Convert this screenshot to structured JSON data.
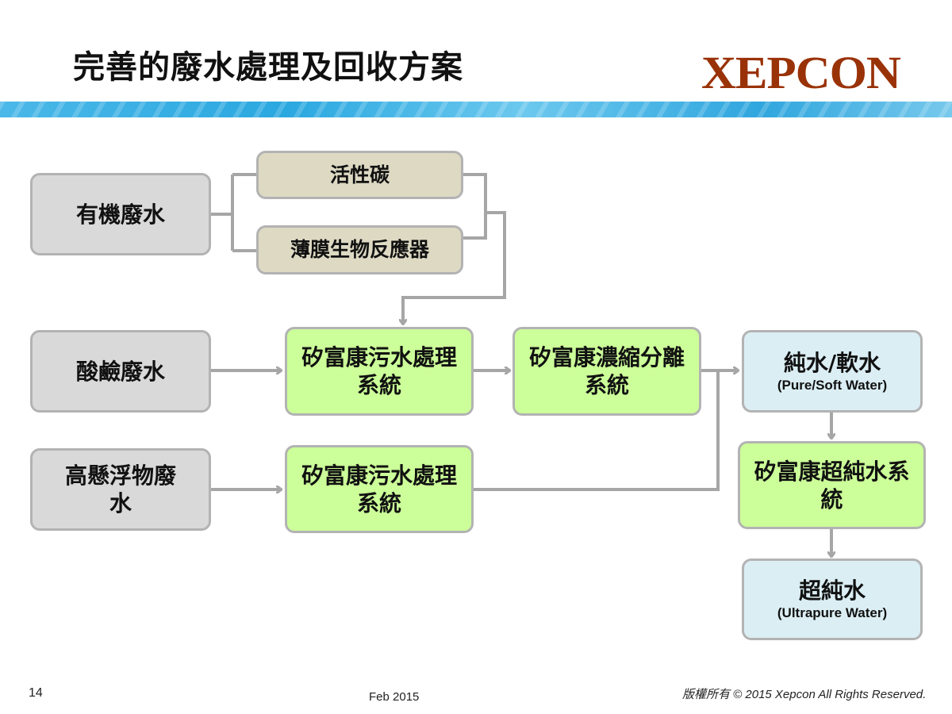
{
  "title": "完善的廢水處理及回收方案",
  "logo": "XEPCON",
  "nodes": {
    "organic": "有機廢水",
    "carbon": "活性碳",
    "mbr": "薄膜生物反應器",
    "acid": "酸鹼廢水",
    "suspended": "高懸浮物廢水",
    "treat1": "矽富康污水處理系統",
    "concentrate": "矽富康濃縮分離系統",
    "treat2": "矽富康污水處理系統",
    "pure": "純水/軟水",
    "pure_en": "(Pure/Soft Water)",
    "ultra_sys": "矽富康超純水系統",
    "ultra": "超純水",
    "ultra_en": "(Ultrapure Water)"
  },
  "footer": {
    "page": "14",
    "date": "Feb 2015",
    "copyright": "版權所有 © 2015 Xepcon All Rights Reserved."
  }
}
